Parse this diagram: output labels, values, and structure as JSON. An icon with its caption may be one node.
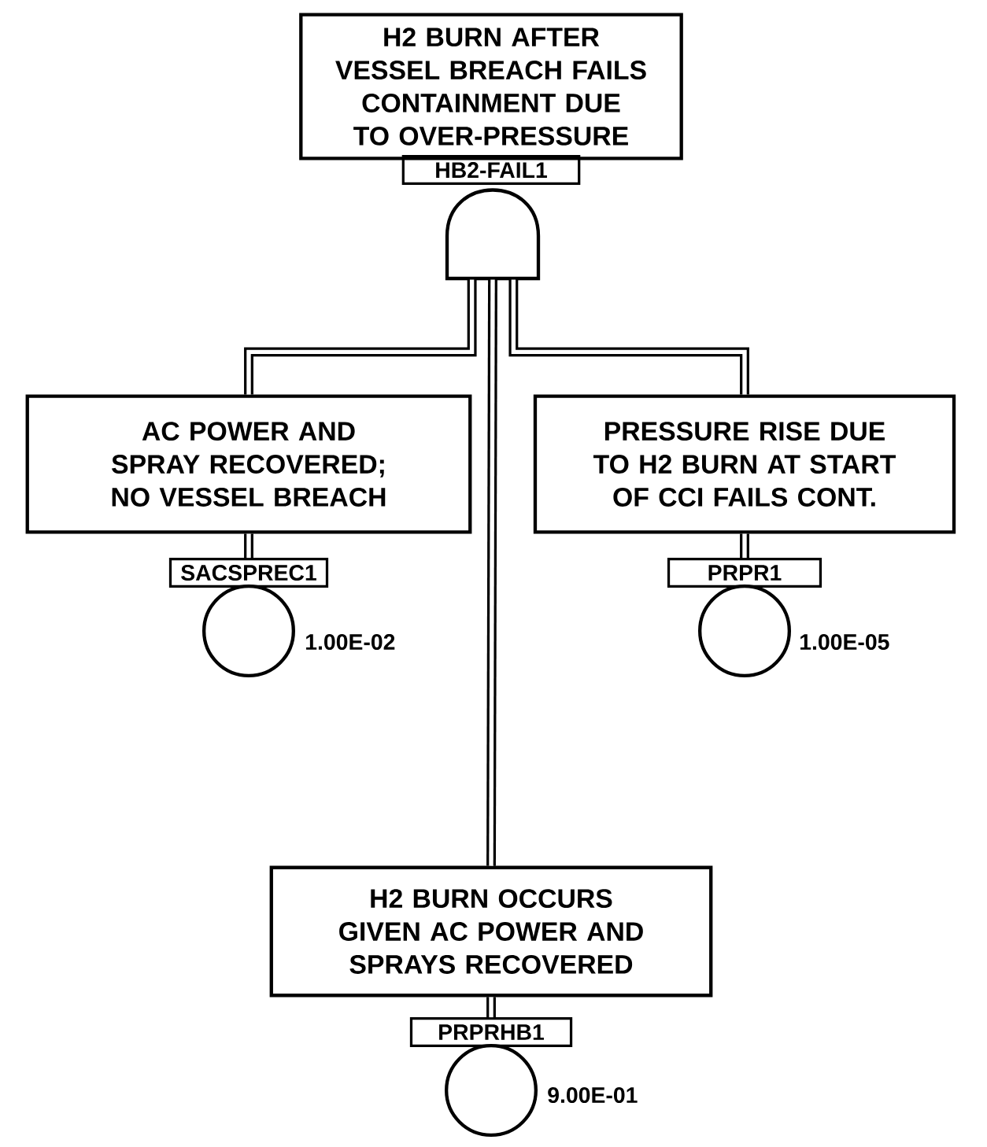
{
  "diagram": {
    "nodes": [
      {
        "text": [
          "H2 BURN AFTER VESSEL BREACH FAILS CONTAINMENT DUE TO OVER-PRESSURE"
        ]
      },
      {
        "text": [
          "HB2-FAIL1"
        ]
      },
      {
        "text": [],
        "shape": "gate"
      },
      {
        "text": [
          "AC POWER AND SPRAY RECOVERED; NO VESSEL BREACH"
        ]
      },
      {
        "text": [
          "SACSPREC1"
        ]
      },
      {
        "text": [],
        "shape": "circle",
        "beside": [
          "1.00E-02"
        ]
      },
      {
        "text": [
          "PRESSURE RISE DUE TO H2 BURN AT START OF CCI FAILS CONT."
        ]
      },
      {
        "text": [
          "PRPR1"
        ]
      },
      {
        "text": [],
        "shape": "circle",
        "beside": [
          "1.00E-05"
        ]
      },
      {
        "text": [
          "H2 BURN OCCURS GIVEN AC POWER AND SPRAYS RECOVERED"
        ]
      },
      {
        "text": [
          "PRPRHB1"
        ]
      },
      {
        "text": [],
        "shape": "circle",
        "beside": [
          "9.00E-01"
        ]
      }
    ],
    "edges": [
      {
        "from": 2,
        "to": 3,
        "arrow": "none"
      },
      {
        "from": 2,
        "to": 6,
        "arrow": "none"
      },
      {
        "from": 2,
        "to": 9,
        "arrow": "none"
      },
      {
        "from": 3,
        "to": 4,
        "arrow": "none"
      },
      {
        "from": 6,
        "to": 7,
        "arrow": "none"
      },
      {
        "from": 9,
        "to": 10,
        "arrow": "none"
      }
    ]
  }
}
